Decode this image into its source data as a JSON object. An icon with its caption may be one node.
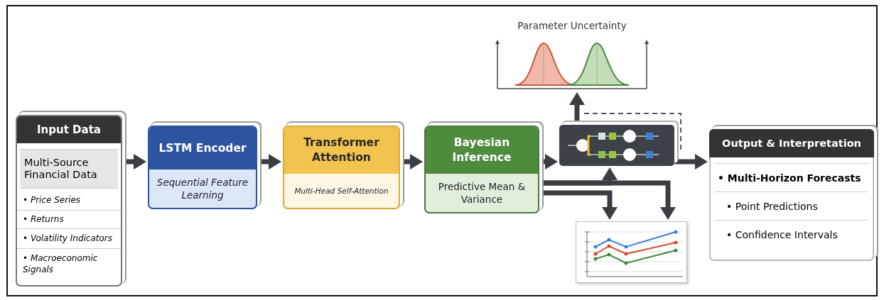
{
  "diagram": {
    "nodes": [
      {
        "text": [
          "Input Data",
          "Multi-Source Financial Data",
          "• Price Series",
          "• Returns",
          "• Volatility Indicators",
          "• Macroeconomic Signals"
        ]
      },
      {
        "text": [
          "LSTM Encoder",
          "Sequential Feature Learning"
        ]
      },
      {
        "text": [
          "Transformer Attention",
          "Multi-Head Self-Attention"
        ]
      },
      {
        "text": [
          "Bayesian Inference",
          "Predictive Mean & Variance"
        ]
      },
      {
        "text": [],
        "shape": "box"
      },
      {
        "text": [
          "Parameter Uncertainty"
        ]
      },
      {
        "text": [],
        "shape": "chart"
      },
      {
        "text": [
          "Output & Interpretation",
          "• Multi-Horizon Forecasts",
          "• Point Predictions",
          "• Confidence Intervals"
        ]
      }
    ],
    "edges": [
      {
        "from": 0,
        "to": 1,
        "arrow": "to"
      },
      {
        "from": 1,
        "to": 2,
        "arrow": "to"
      },
      {
        "from": 2,
        "to": 3,
        "arrow": "to"
      },
      {
        "from": 3,
        "to": 4,
        "arrow": "to"
      },
      {
        "from": 4,
        "to": 7,
        "arrow": "to"
      },
      {
        "from": 4,
        "to": 5,
        "arrow": "to"
      },
      {
        "from": 3,
        "to": 4,
        "arrow": "to"
      },
      {
        "from": 3,
        "to": 6,
        "arrow": "to"
      },
      {
        "from": 3,
        "to": 6,
        "arrow": "to"
      }
    ]
  }
}
